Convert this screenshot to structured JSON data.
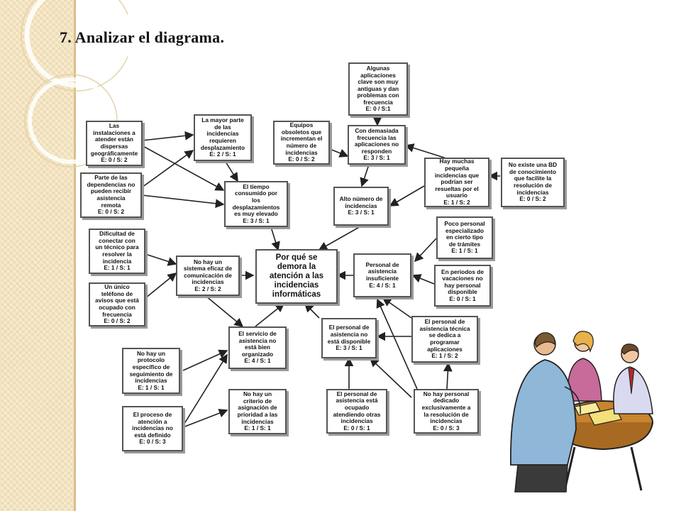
{
  "slide": {
    "title": "7. Analizar el diagrama.",
    "accent_color": "#f3e3bf"
  },
  "diagram": {
    "center": {
      "text": "Por qué se\ndemora la\natención a las\nincidencias\ninformáticas",
      "stats": ""
    },
    "nodes": [
      {
        "id": "algunas-aplicaciones",
        "text": "Algunas\naplicaciones\nclave son muy\nantiguas y dan\nproblemas con\nfrecuencia",
        "stats": "E: 0 / S:1"
      },
      {
        "id": "instalaciones",
        "text": "Las\ninstalaciones a\natender están\ndispersas\ngeográficamente",
        "stats": "E: 0 / S: 2"
      },
      {
        "id": "mayor-parte",
        "text": "La mayor parte\nde las\nincidencias\nrequieren\ndesplazamiento",
        "stats": "E: 2 / S: 1"
      },
      {
        "id": "equipos-obsoletos",
        "text": "Equipos\nobsoletos que\nincrementan el\nnúmero de\nincidencias",
        "stats": "E: 0 / S: 2"
      },
      {
        "id": "demasiada-frecuencia",
        "text": "Con demasiada\nfrecuencia las\naplicaciones no\nresponden",
        "stats": "E: 3 / S: 1"
      },
      {
        "id": "parte-dependencias",
        "text": "Parte de las\ndependencias no\npueden recibir\nasistencia\nremota",
        "stats": "E: 0 / S: 2"
      },
      {
        "id": "tiempo-consumido",
        "text": "El tiempo\nconsumido por\nlos\ndesplazamientos\nes muy elevado",
        "stats": "E: 3 / S: 1"
      },
      {
        "id": "alto-numero",
        "text": "Alto número de\nincidencias",
        "stats": "E: 3 / S: 1"
      },
      {
        "id": "pequenas-incidencias",
        "text": "Hay muchas\npequeña\nincidencias que\npodrían ser\nresueltas por el\nusuario",
        "stats": "E: 1 / S: 2"
      },
      {
        "id": "no-bd",
        "text": "No existe una BD\nde conocimiento\nque facilite la\nresolución de\nincidencias",
        "stats": "E: 0 / S: 2"
      },
      {
        "id": "dificultad",
        "text": "Dificultad de\nconectar con\nun técnico para\nresolver la\nincidencia",
        "stats": "E: 1 / S: 1"
      },
      {
        "id": "poco-personal",
        "text": "Poco personal\nespecializado\nen cierto tipo\nde trámites",
        "stats": "E: 1 / S: 1"
      },
      {
        "id": "sistema-eficaz",
        "text": "No hay un\nsistema eficaz de\ncomunicación de\nincidencias",
        "stats": "E: 2 / S: 2"
      },
      {
        "id": "personal-insuficiente",
        "text": "Personal de\nasistencia\ninsuficiente",
        "stats": "E: 4 / S: 1"
      },
      {
        "id": "unico-telefono",
        "text": "Un único\nteléfono de\navisos que está\nocupado con\nfrecuencia",
        "stats": "E: 0 / S: 2"
      },
      {
        "id": "vacaciones",
        "text": "En periodos de\nvacaciones no\nhay personal\ndisponible",
        "stats": "E: 0 / S: 1"
      },
      {
        "id": "servicio-asistencia",
        "text": "El servicio de\nasistencia no\nestá bien\norganizado",
        "stats": "E: 4 / S: 1"
      },
      {
        "id": "personal-no-disponible",
        "text": "El personal de\nasistencia no\nestá disponible",
        "stats": "E: 3 / S: 1"
      },
      {
        "id": "programar-aplicaciones",
        "text": "El personal de\nasistencia técnica\nse dedica a\nprogramar\naplicaciones",
        "stats": "E: 1 / S: 2"
      },
      {
        "id": "protocolo",
        "text": "No hay un\nprotocolo\nespecífico de\nseguimiento de\nincidencias",
        "stats": "E: 1 / S: 1"
      },
      {
        "id": "criterio",
        "text": "No hay un\ncriterio de\nasignación de\nprioridad a las\nincidencias",
        "stats": "E: 1 / S: 1"
      },
      {
        "id": "personal-ocupado",
        "text": "El personal de\nasistencia está\nocupado\natendiendo otras\nincidencias",
        "stats": "E: 0 / S: 1"
      },
      {
        "id": "no-dedicado",
        "text": "No hay personal\ndedicado\nexclusivamente a\nla resolución de\nincidencias",
        "stats": "E: 0 / S: 3"
      },
      {
        "id": "proceso-atencion",
        "text": "El proceso de\natención a\nincidencias no\nestá definido",
        "stats": "E: 0 / S: 3"
      }
    ]
  }
}
